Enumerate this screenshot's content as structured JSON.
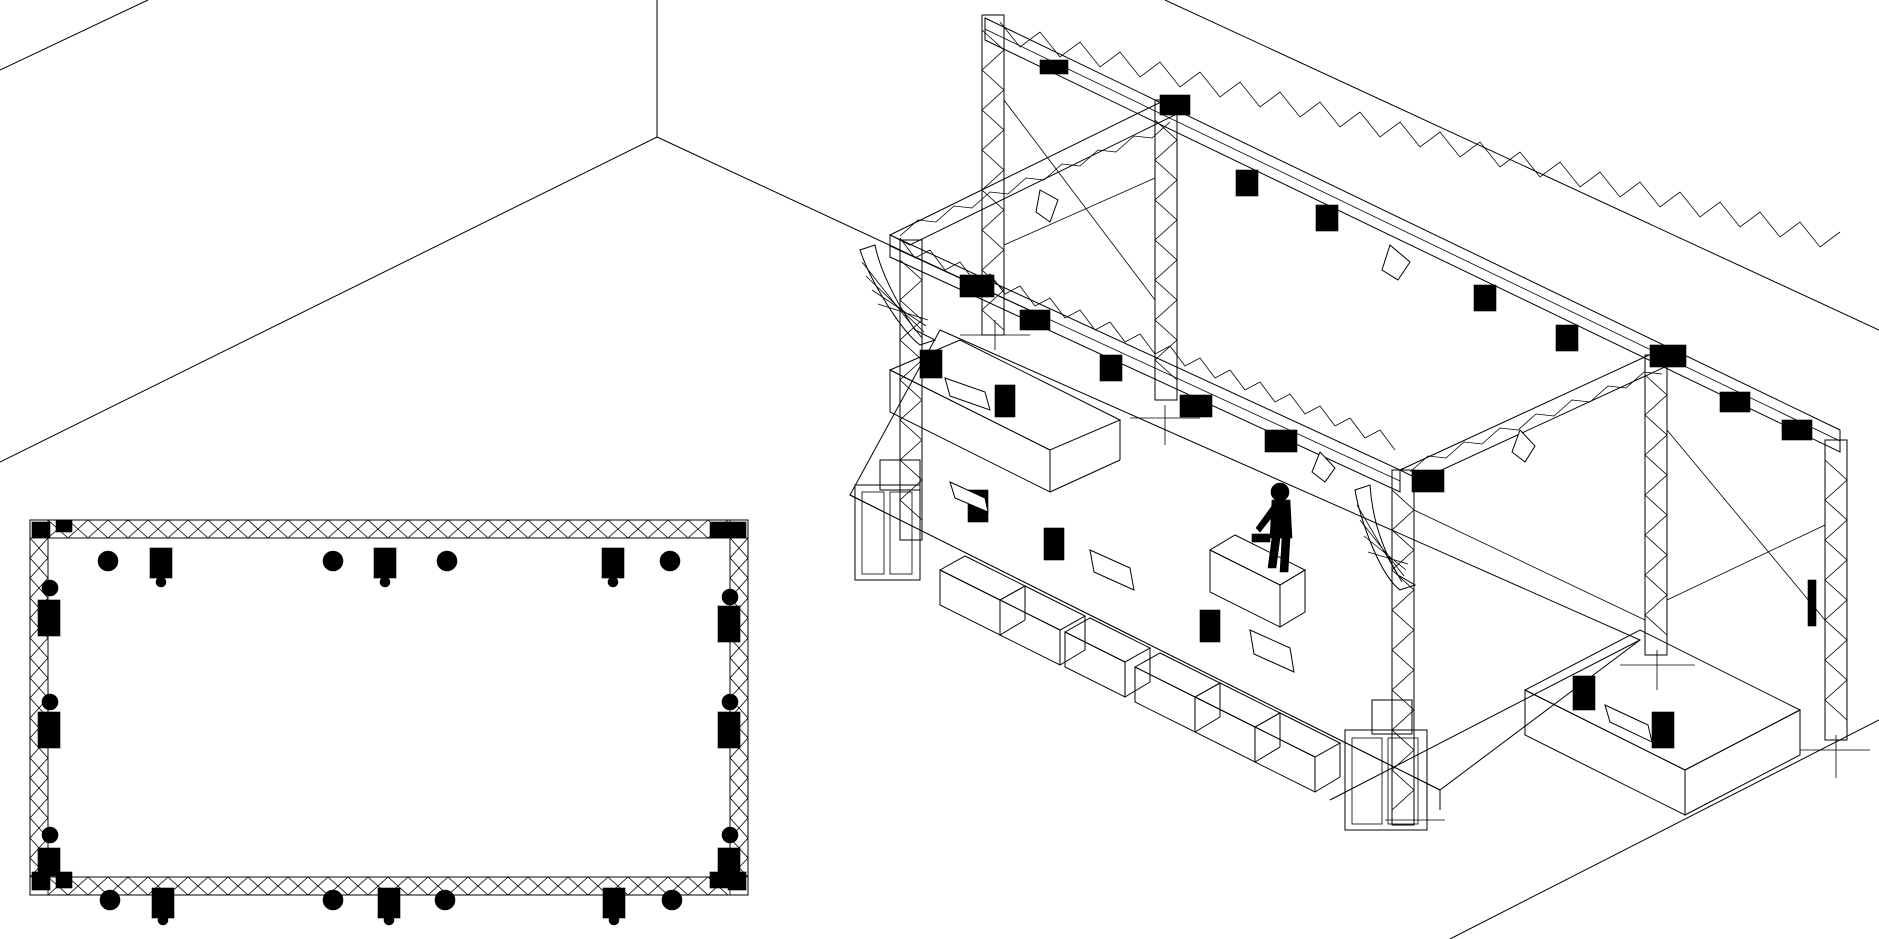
{
  "viewport": {
    "background": "#ffffff",
    "line_color": "#000000",
    "render_style": "wireframe"
  },
  "plan_view": {
    "truss_shape": "rectangle",
    "fixtures_top_edge": 8,
    "fixtures_bottom_edge": 8,
    "fixtures_left_edge": 3,
    "fixtures_right_edge": 3,
    "corner_blocks": 4
  },
  "iso_view": {
    "truss_uprights": 6,
    "line_array_speaker_stacks": 2,
    "sub_speaker_cabinets": 2,
    "stage_front_wedges": 6,
    "dj_booth": 1,
    "performer_figure": 1,
    "side_risers": 2,
    "floor_spot_fixtures": 6,
    "hanging_moving_heads": 12
  }
}
